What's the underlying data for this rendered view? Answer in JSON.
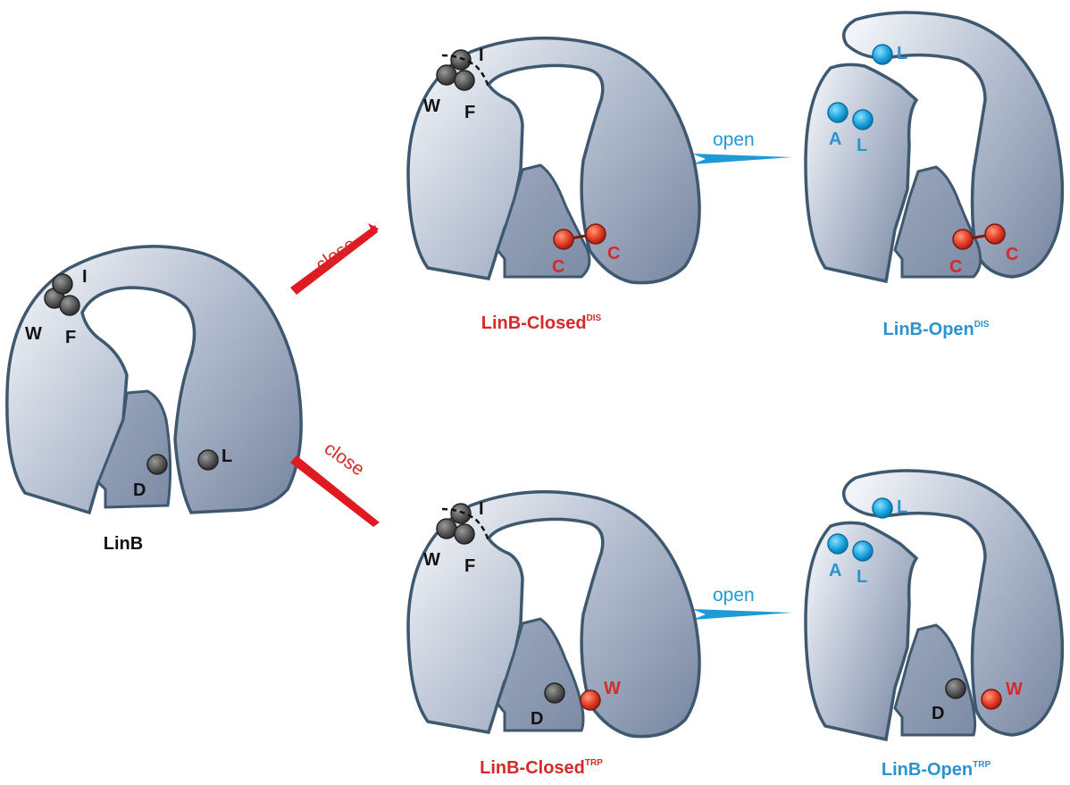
{
  "colors": {
    "protein_edge": "#3e5870",
    "protein_fill_light": "#eef1f6",
    "protein_fill_dark": "#8594ad",
    "close_arrow": "#e01a22",
    "open_arrow": "#1e9ad6",
    "red_text": "#d42a29",
    "blue_text": "#2a93d0",
    "black_text": "#111111"
  },
  "arrows": {
    "close": "close",
    "open": "open"
  },
  "panels": {
    "linb": {
      "caption": "LinB",
      "labels": {
        "w": "W",
        "i": "I",
        "f": "F",
        "d": "D",
        "l": "L"
      }
    },
    "closed_dis": {
      "caption": "LinB-Closed",
      "sup": "DIS",
      "labels": {
        "w": "W",
        "i": "I",
        "f": "F",
        "c1": "C",
        "c2": "C"
      }
    },
    "open_dis": {
      "caption": "LinB-Open",
      "sup": "DIS",
      "labels": {
        "l_top": "L",
        "a": "A",
        "l": "L",
        "c1": "C",
        "c2": "C"
      }
    },
    "closed_trp": {
      "caption": "LinB-Closed",
      "sup": "TRP",
      "labels": {
        "w": "W",
        "i": "I",
        "f": "F",
        "d": "D",
        "w_red": "W"
      }
    },
    "open_trp": {
      "caption": "LinB-Open",
      "sup": "TRP",
      "labels": {
        "l_top": "L",
        "a": "A",
        "l": "L",
        "d": "D",
        "w_red": "W"
      }
    }
  }
}
